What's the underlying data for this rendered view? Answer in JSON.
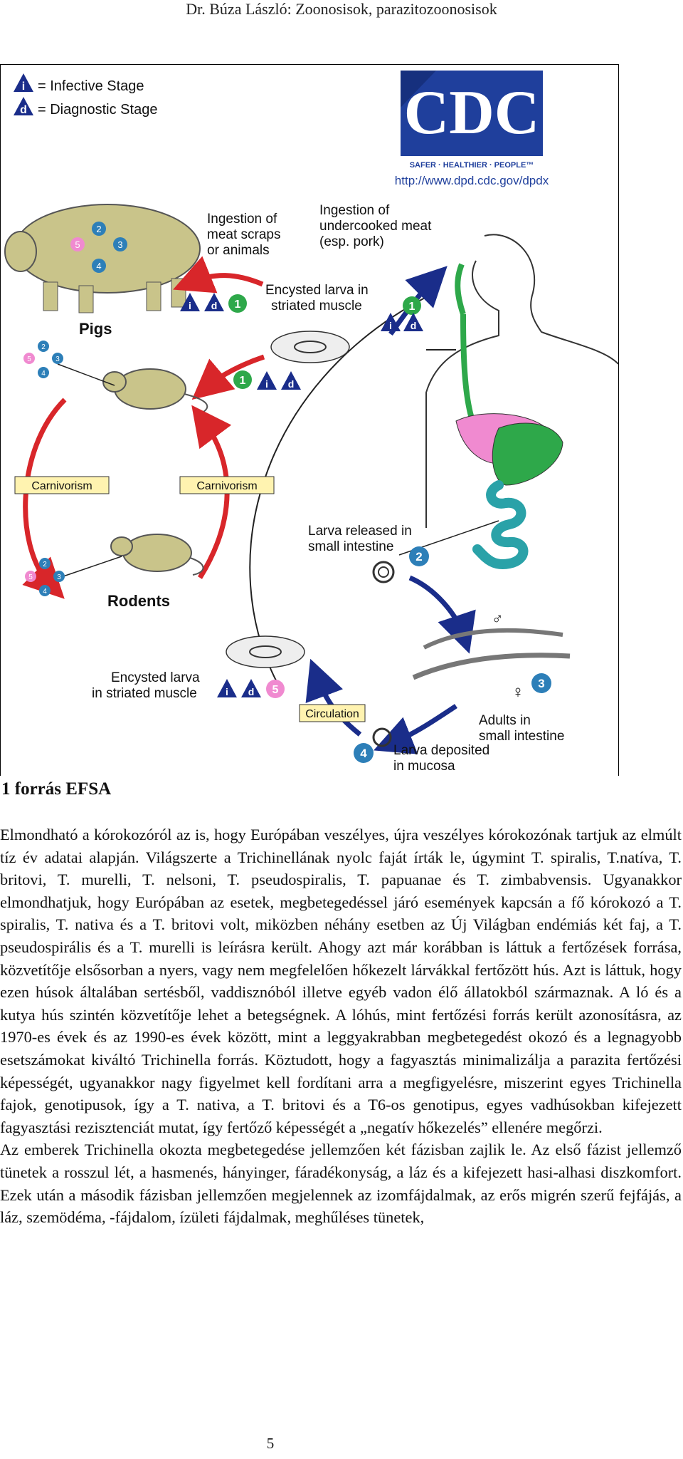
{
  "header": "Dr. Búza László: Zoonosisok, parazitozoonosisok",
  "figure": {
    "legend": {
      "i_symbol": "i",
      "d_symbol": "d",
      "infective": "= Infective Stage",
      "diagnostic": "= Diagnostic Stage"
    },
    "logo": {
      "text": "CDC",
      "tagline": "SAFER · HEALTHIER · PEOPLE™",
      "url": "http://www.dpd.cdc.gov/dpdx"
    },
    "labels": {
      "ingest_scraps_1": "Ingestion of",
      "ingest_scraps_2": "meat scraps",
      "ingest_scraps_3": "or animals",
      "ingest_meat_1": "Ingestion of",
      "ingest_meat_2": "undercooked meat",
      "ingest_meat_3": "(esp. pork)",
      "encysted_top_1": "Encysted larva in",
      "encysted_top_2": "striated muscle",
      "pigs": "Pigs",
      "carnivorism": "Carnivorism",
      "rodents": "Rodents",
      "larva_released_1": "Larva released in",
      "larva_released_2": "small intestine",
      "encysted_bottom_1": "Encysted larva",
      "encysted_bottom_2": "in striated muscle",
      "circulation": "Circulation",
      "adults_1": "Adults in",
      "adults_2": "small intestine",
      "deposited_1": "Larva deposited",
      "deposited_2": "in mucosa"
    },
    "stage_numbers": {
      "one": "1",
      "two": "2",
      "three": "3",
      "four": "4",
      "five": "5"
    },
    "male_symbol": "♂",
    "female_symbol": "♀",
    "colors": {
      "navy": "#1a2d8a",
      "red": "#d8262a",
      "green": "#2ea84a",
      "pink": "#f08ad0",
      "teal": "#2aa2a8",
      "circle_blue": "#2d7fb8"
    }
  },
  "caption": "1 forrás EFSA",
  "paragraphs": [
    "Elmondható a kórokozóról az is, hogy Európában veszélyes, újra veszélyes kórokozónak tartjuk az elmúlt tíz év adatai alapján. Világszerte a Trichinellának nyolc faját írták le, úgymint T. spiralis, T.natíva, T. britovi, T. murelli, T. nelsoni, T. pseudospiralis, T. papuanae és T. zimbabvensis. Ugyanakkor elmondhatjuk, hogy Európában az esetek, megbetegedéssel járó események kapcsán a fő kórokozó a T. spiralis, T. nativa és a T. britovi volt, miközben néhány esetben az Új Világban endémiás két faj, a T. pseudospirális és a T. murelli is leírásra került. Ahogy azt már korábban is láttuk a fertőzések forrása, közvetítője elsősorban a nyers, vagy nem megfelelően hőkezelt lárvákkal fertőzött hús. Azt is láttuk, hogy ezen húsok általában sertésből, vaddisznóból illetve egyéb vadon élő állatokból származnak. A ló és a kutya hús szintén közvetítője lehet a betegségnek. A lóhús, mint fertőzési forrás került azonosításra, az 1970-es évek és az 1990-es évek között, mint a leggyakrabban megbetegedést okozó és a legnagyobb esetszámokat kiváltó Trichinella forrás. Köztudott, hogy a fagyasztás minimalizálja a parazita fertőzési képességét, ugyanakkor nagy figyelmet kell fordítani arra a megfigyelésre, miszerint egyes Trichinella fajok, genotipusok, így a T. nativa, a T. britovi és a T6-os genotipus, egyes vadhúsokban kifejezett fagyasztási rezisztenciát mutat, így fertőző képességét a „negatív hőkezelés” ellenére megőrzi.",
    "Az emberek Trichinella okozta megbetegedése jellemzően két fázisban zajlik le. Az első fázist jellemző tünetek a rosszul lét, a hasmenés, hányinger, fáradékonyság, a láz és a kifejezett hasi-alhasi diszkomfort. Ezek után a második fázisban jellemzően megjelennek az izomfájdalmak, az erős migrén szerű fejfájás, a láz, szemödéma, -fájdalom, ízületi fájdalmak, meghűléses tünetek,"
  ],
  "page_number": "5"
}
